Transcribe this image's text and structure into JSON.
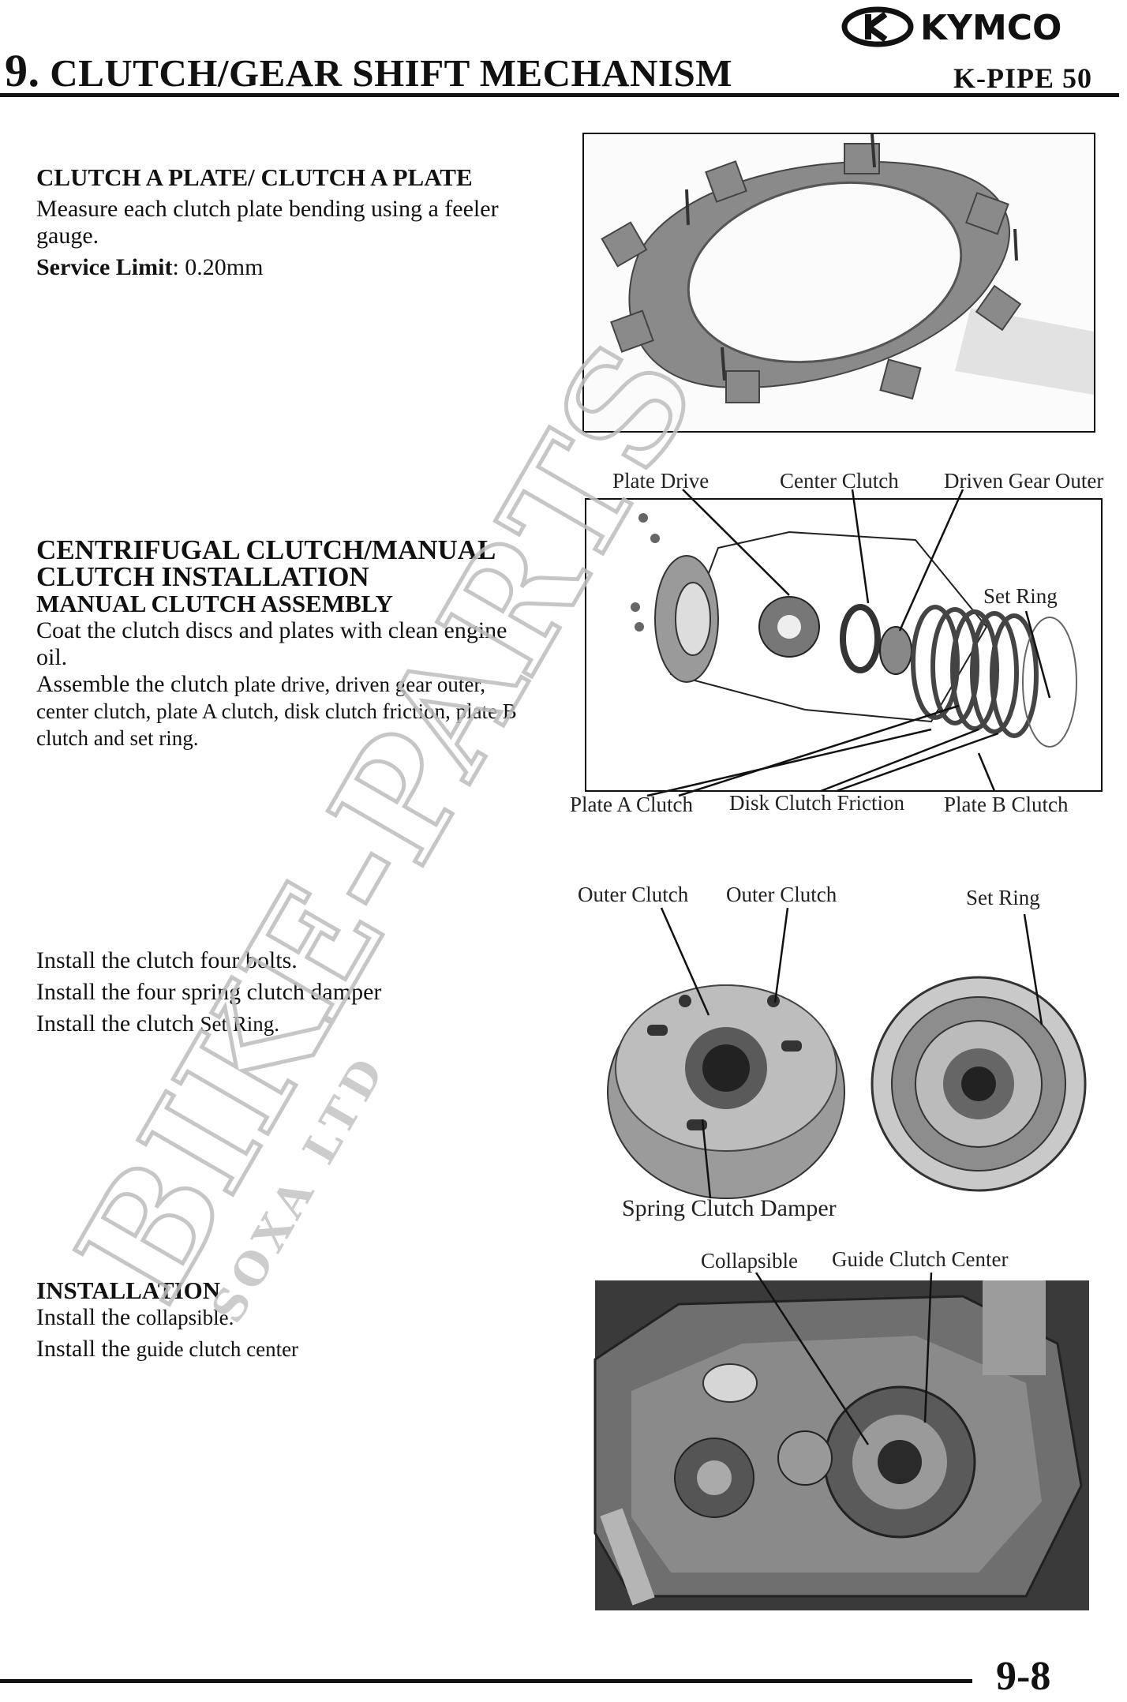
{
  "header": {
    "brand": "KYMCO",
    "chapter_number": "9.",
    "chapter_title": "CLUTCH/GEAR SHIFT MECHANISM",
    "model": "K-PIPE 50"
  },
  "section1": {
    "heading": "CLUTCH A PLATE/ CLUTCH A PLATE",
    "body": "Measure each clutch plate bending using a feeler gauge.",
    "limit_label": "Service Limit",
    "limit_value": ": 0.20mm"
  },
  "section2": {
    "heading": "CENTRIFUGAL CLUTCH/MANUAL CLUTCH INSTALLATION",
    "subheading": "MANUAL CLUTCH ASSEMBLY",
    "line1": "Coat the clutch discs and plates with clean engine oil.",
    "line2_a": "Assemble the clutch ",
    "line2_b": "plate drive, driven gear outer, center clutch, plate A clutch, disk clutch friction, plate B clutch and set ring."
  },
  "section3": {
    "line1": "Install the clutch four bolts.",
    "line2": "Install the four spring clutch damper",
    "line3_a": "Install the clutch ",
    "line3_b": "Set Ring."
  },
  "section4": {
    "heading": "INSTALLATION",
    "line1_a": "Install the ",
    "line1_b": "collapsible.",
    "line2_a": "Install the ",
    "line2_b": "guide clutch center"
  },
  "figure2_labels": {
    "plate_drive": "Plate Drive",
    "center_clutch": "Center Clutch",
    "driven_gear_outer": "Driven Gear Outer",
    "set_ring": "Set Ring",
    "plate_a_clutch": "Plate A Clutch",
    "disk_clutch_friction": "Disk Clutch Friction",
    "plate_b_clutch": "Plate B Clutch"
  },
  "figure3_labels": {
    "outer_clutch_1": "Outer Clutch",
    "outer_clutch_2": "Outer Clutch",
    "set_ring": "Set Ring",
    "spring_clutch_damper": "Spring Clutch Damper"
  },
  "figure4_labels": {
    "collapsible": "Collapsible",
    "guide_clutch_center": "Guide Clutch Center"
  },
  "watermark": {
    "main": "BIKE-PARTS",
    "sub": "SOXA LTD"
  },
  "footer": {
    "page_number": "9-8"
  }
}
